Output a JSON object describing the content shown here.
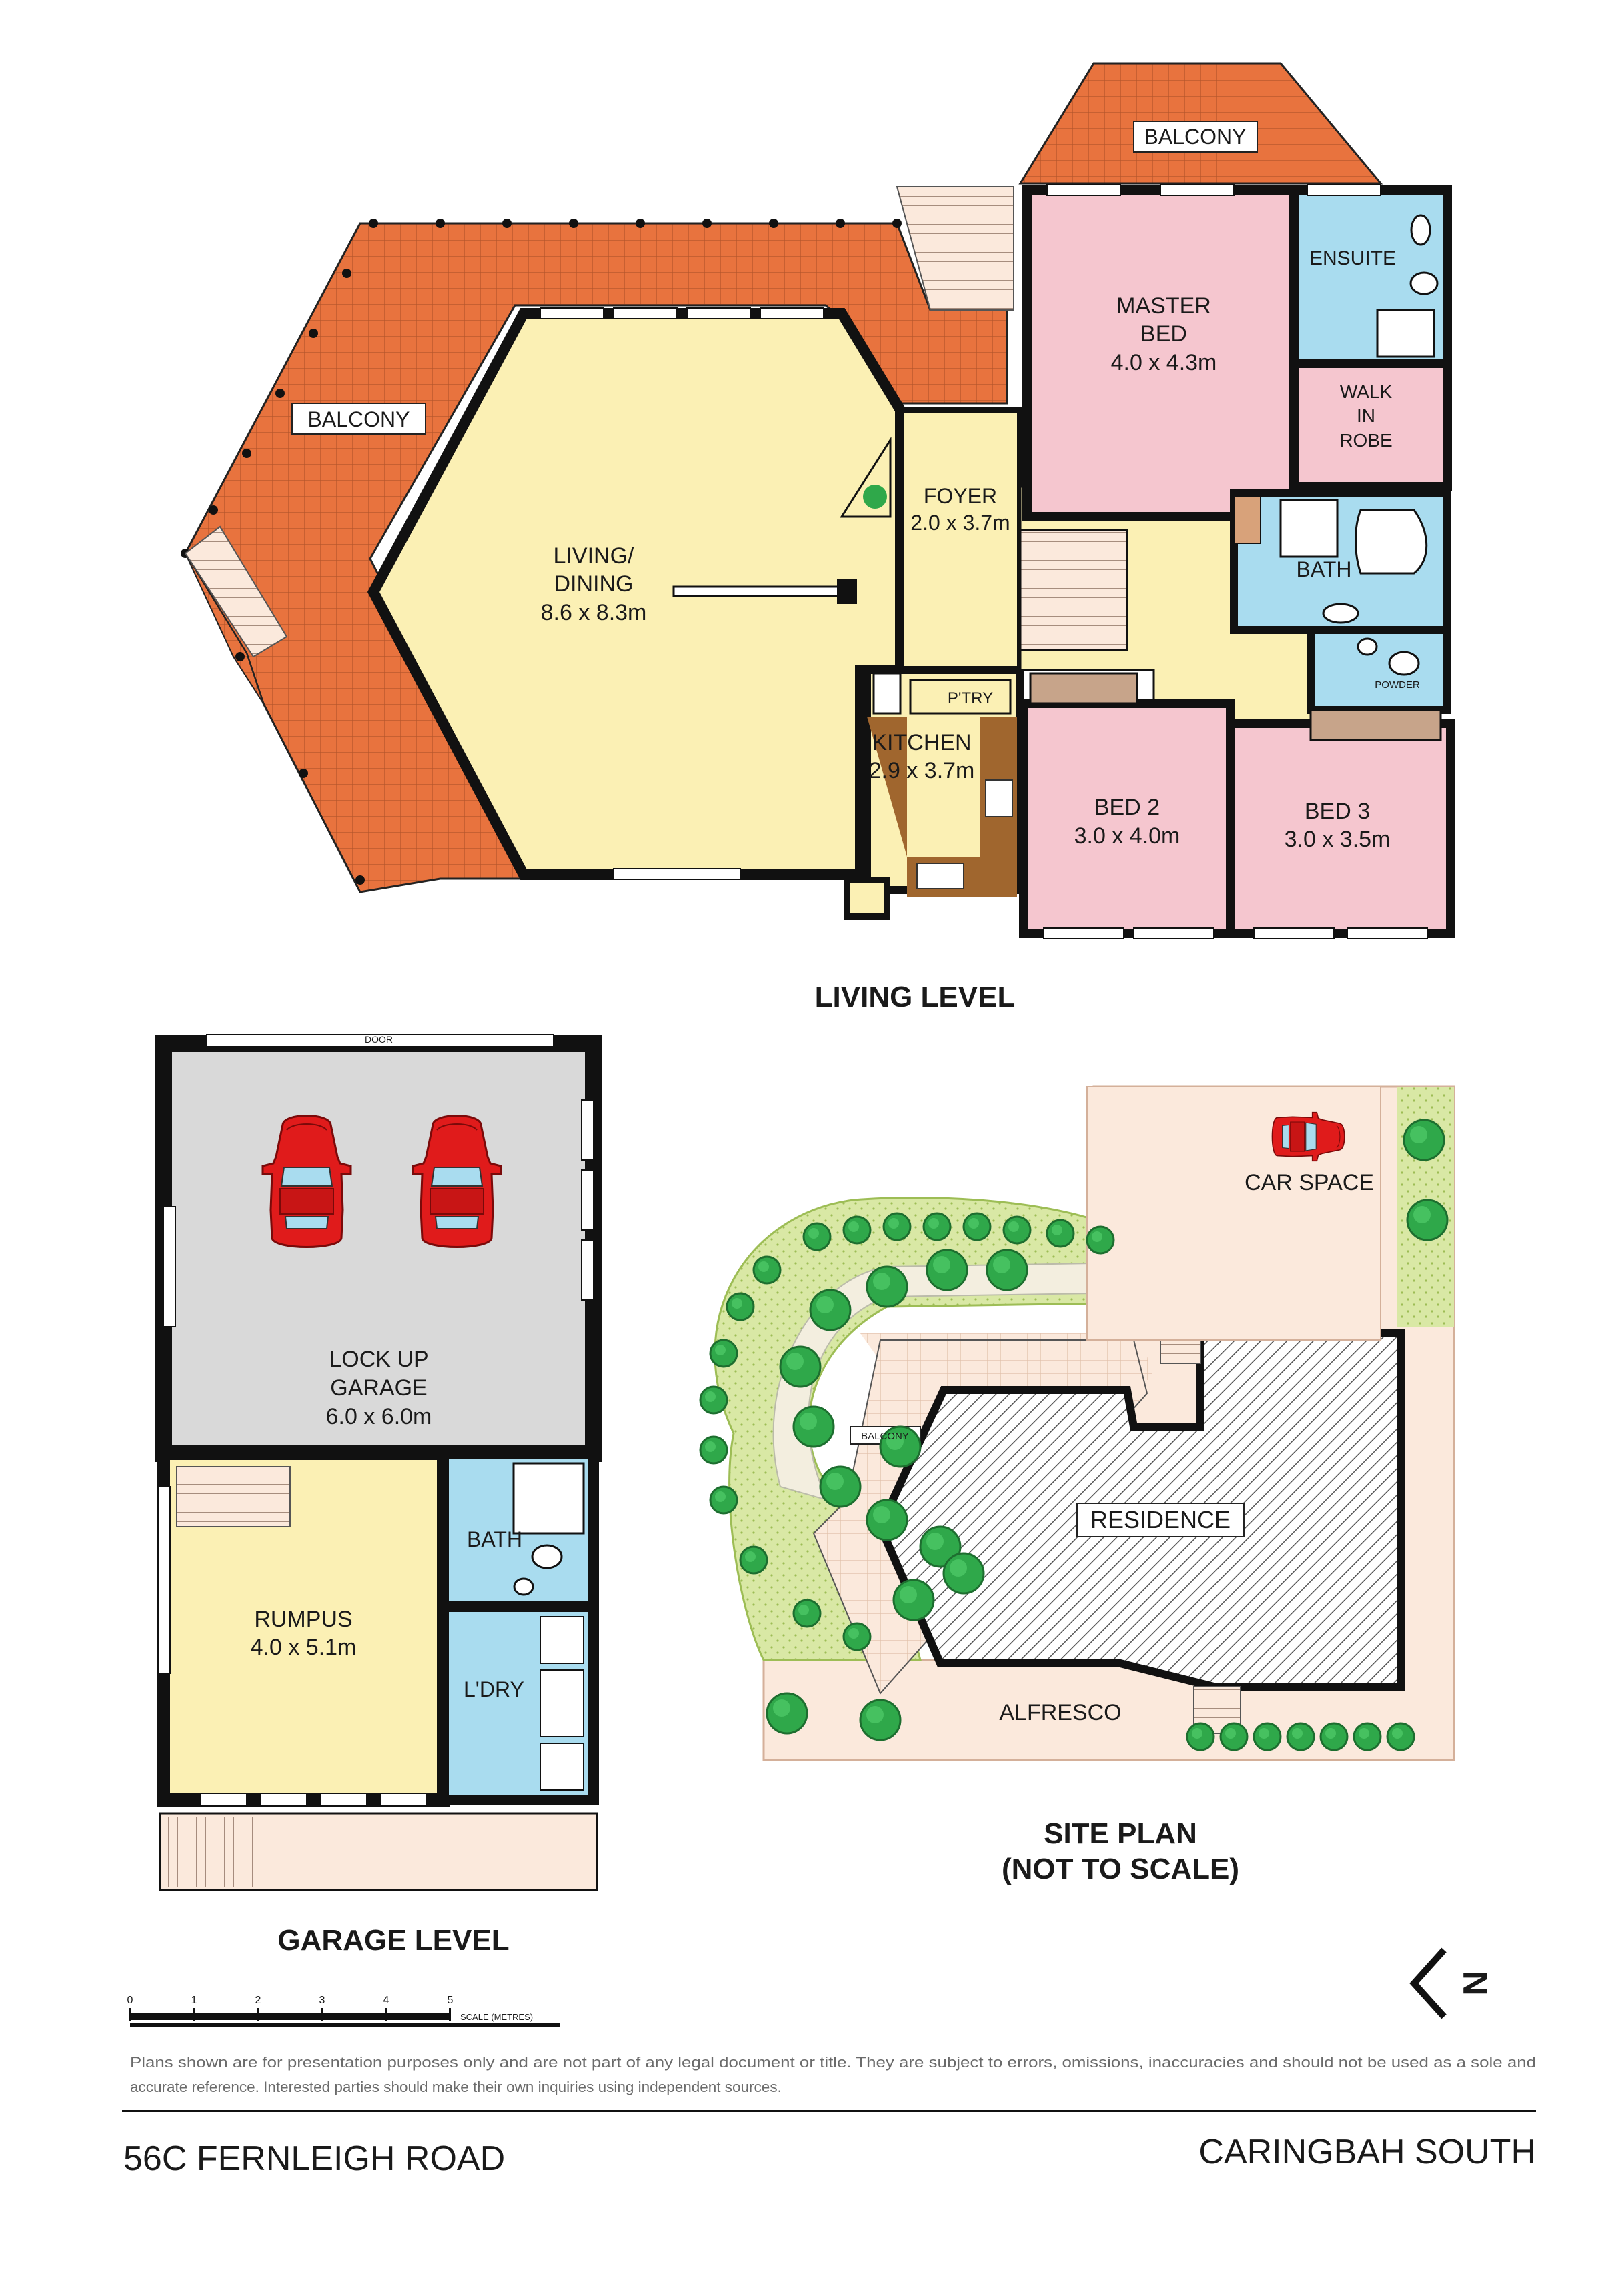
{
  "living_level": {
    "heading": "LIVING LEVEL",
    "rooms": {
      "living": {
        "name1": "LIVING/",
        "name2": "DINING",
        "dims": "8.6 x 8.3m"
      },
      "foyer": {
        "name": "FOYER",
        "dims": "2.0 x 3.7m"
      },
      "kitchen": {
        "name": "KITCHEN",
        "dims": "2.9 x 3.7m"
      },
      "pantry": {
        "name": "P'TRY"
      },
      "master": {
        "name1": "MASTER",
        "name2": "BED",
        "dims": "4.0 x 4.3m"
      },
      "ensuite": {
        "name": "ENSUITE"
      },
      "robe": {
        "name1": "WALK",
        "name2": "IN",
        "name3": "ROBE"
      },
      "bath": {
        "name": "BATH"
      },
      "powder": {
        "name": "POWDER"
      },
      "bed2": {
        "name": "BED 2",
        "dims": "3.0 x 4.0m"
      },
      "bed3": {
        "name": "BED 3",
        "dims": "3.0 x 3.5m"
      },
      "balcony_main": {
        "name": "BALCONY"
      },
      "balcony_top": {
        "name": "BALCONY"
      }
    }
  },
  "garage_level": {
    "heading": "GARAGE LEVEL",
    "door": "DOOR",
    "garage": {
      "name1": "LOCK UP",
      "name2": "GARAGE",
      "dims": "6.0 x 6.0m"
    },
    "rumpus": {
      "name": "RUMPUS",
      "dims": "4.0 x 5.1m"
    },
    "bath": {
      "name": "BATH"
    },
    "laundry": {
      "name": "L'DRY"
    }
  },
  "site_plan": {
    "heading1": "SITE PLAN",
    "heading2": "(NOT TO SCALE)",
    "car_space": "CAR SPACE",
    "residence": "RESIDENCE",
    "alfresco": "ALFRESCO",
    "balcony": "BALCONY"
  },
  "scale_bar": {
    "ticks": [
      "0",
      "1",
      "2",
      "3",
      "4",
      "5"
    ],
    "label": "SCALE (METRES)"
  },
  "compass": {
    "letter": "N"
  },
  "disclaimer": {
    "line1": "Plans shown are for presentation purposes only and are not part of any legal document or title. They are subject to errors, omissions, inaccuracies and should not be used as a sole and",
    "line2": "accurate reference. Interested parties should make their own inquiries using independent sources."
  },
  "footer": {
    "address": "56C FERNLEIGH ROAD",
    "suburb": "CARINGBAH SOUTH"
  },
  "colors": {
    "balcony": "#e8733e",
    "living": "#fbf0b4",
    "bedroom": "#f5c6cf",
    "wet": "#a9dcef",
    "garage": "#d9d9d9",
    "kitchen": "#a0662e",
    "wall": "#111111",
    "lawn": "#d9e8a5",
    "tree": "#2fa84a",
    "paving": "#fbe9dc",
    "car": "#e01b1b"
  }
}
